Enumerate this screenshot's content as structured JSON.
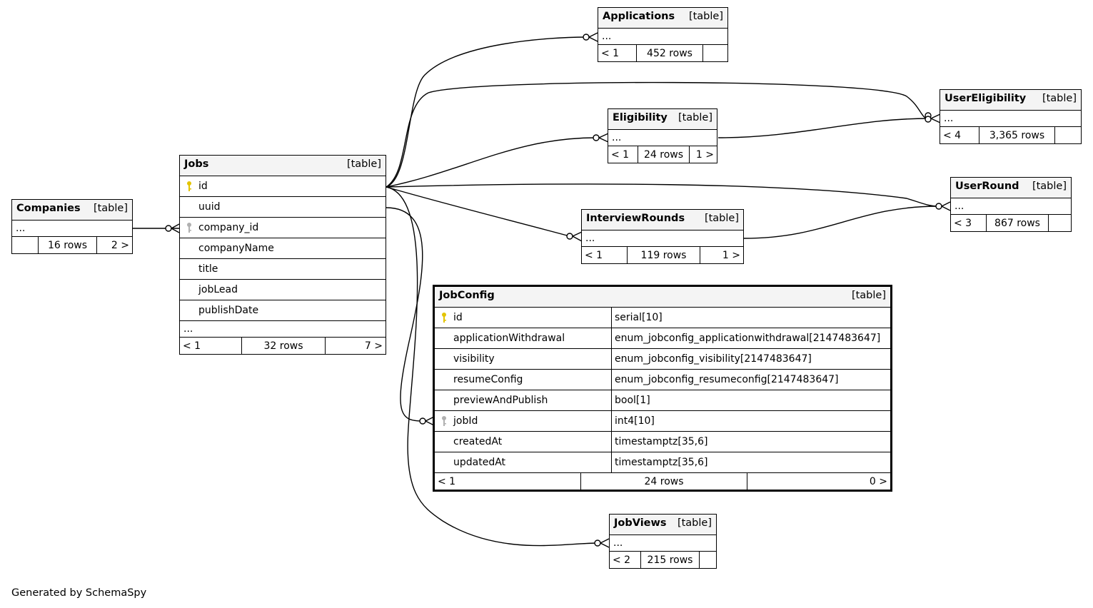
{
  "tables": {
    "applications": {
      "name": "Applications",
      "kind": "[table]",
      "ellipsis": "...",
      "parents": "< 1",
      "rows": "452 rows",
      "children": ""
    },
    "user_eligibility": {
      "name": "UserEligibility",
      "kind": "[table]",
      "ellipsis": "...",
      "parents": "< 4",
      "rows": "3,365 rows",
      "children": ""
    },
    "eligibility": {
      "name": "Eligibility",
      "kind": "[table]",
      "ellipsis": "...",
      "parents": "< 1",
      "rows": "24 rows",
      "children": "1 >"
    },
    "jobs": {
      "name": "Jobs",
      "kind": "[table]",
      "columns": [
        {
          "name": "id",
          "key": "primary"
        },
        {
          "name": "uuid",
          "key": ""
        },
        {
          "name": "company_id",
          "key": "foreign"
        },
        {
          "name": "companyName",
          "key": ""
        },
        {
          "name": "title",
          "key": ""
        },
        {
          "name": "jobLead",
          "key": ""
        },
        {
          "name": "publishDate",
          "key": ""
        }
      ],
      "ellipsis": "...",
      "parents": "< 1",
      "rows": "32 rows",
      "children": "7 >"
    },
    "user_round": {
      "name": "UserRound",
      "kind": "[table]",
      "ellipsis": "...",
      "parents": "< 3",
      "rows": "867 rows",
      "children": ""
    },
    "companies": {
      "name": "Companies",
      "kind": "[table]",
      "ellipsis": "...",
      "parents": "",
      "rows": "16 rows",
      "children": "2 >"
    },
    "interview_rounds": {
      "name": "InterviewRounds",
      "kind": "[table]",
      "ellipsis": "...",
      "parents": "< 1",
      "rows": "119 rows",
      "children": "1 >"
    },
    "job_config": {
      "name": "JobConfig",
      "kind": "[table]",
      "columns": [
        {
          "name": "id",
          "type": "serial[10]",
          "key": "primary"
        },
        {
          "name": "applicationWithdrawal",
          "type": "enum_jobconfig_applicationwithdrawal[2147483647]",
          "key": ""
        },
        {
          "name": "visibility",
          "type": "enum_jobconfig_visibility[2147483647]",
          "key": ""
        },
        {
          "name": "resumeConfig",
          "type": "enum_jobconfig_resumeconfig[2147483647]",
          "key": ""
        },
        {
          "name": "previewAndPublish",
          "type": "bool[1]",
          "key": ""
        },
        {
          "name": "jobId",
          "type": "int4[10]",
          "key": "foreign"
        },
        {
          "name": "createdAt",
          "type": "timestamptz[35,6]",
          "key": ""
        },
        {
          "name": "updatedAt",
          "type": "timestamptz[35,6]",
          "key": ""
        }
      ],
      "parents": "< 1",
      "rows": "24 rows",
      "children": "0 >"
    },
    "job_views": {
      "name": "JobViews",
      "kind": "[table]",
      "ellipsis": "...",
      "parents": "< 2",
      "rows": "215 rows",
      "children": ""
    }
  },
  "footer": "Generated by SchemaSpy",
  "colors": {
    "primary_key": "#e3c400",
    "foreign_key": "#b0b0b0",
    "header_bg": "#f4f4f4"
  }
}
